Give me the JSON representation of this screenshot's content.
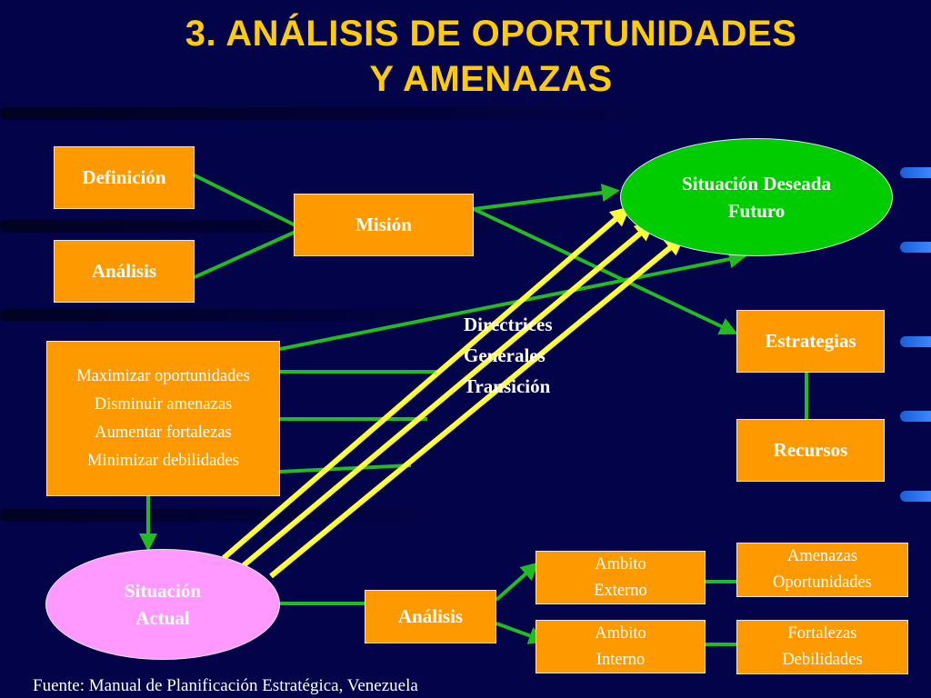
{
  "title": {
    "line1": "3. ANÁLISIS DE OPORTUNIDADES",
    "line2": "Y AMENAZAS"
  },
  "nodes": {
    "definicion": "Definición",
    "analisis_top": "Análisis",
    "mision": "Misión",
    "situacion_deseada": {
      "line1": "Situación Deseada",
      "line2": "Futuro"
    },
    "estrategias": "Estrategias",
    "recursos": "Recursos",
    "objetivos": [
      "Maximizar oportunidades",
      "Disminuir amenazas",
      "Aumentar fortalezas",
      "Minimizar debilidades"
    ],
    "directrices": {
      "line1": "Directrices",
      "line2": "Generales",
      "line3": "Transición"
    },
    "situacion_actual": {
      "line1": "Situación",
      "line2": "Actual"
    },
    "analisis_bottom": "Análisis",
    "ambito_externo": {
      "line1": "Ambito",
      "line2": "Externo"
    },
    "ambito_interno": {
      "line1": "Ambito",
      "line2": "Interno"
    },
    "amenazas_oportunidades": {
      "line1": "Amenazas",
      "line2": "Oportunidades"
    },
    "fortalezas_debilidades": {
      "line1": "Fortalezas",
      "line2": "Debilidades"
    }
  },
  "source": "Fuente: Manual de Planificación Estratégica, Venezuela",
  "colors": {
    "background": "#03034a",
    "title": "#ffcc00",
    "box": "#ff9900",
    "future_ellipse": "#00cc00",
    "current_ellipse": "#ff99ff",
    "connector": "#22bb22",
    "transition_arrow": "#ffff33"
  }
}
